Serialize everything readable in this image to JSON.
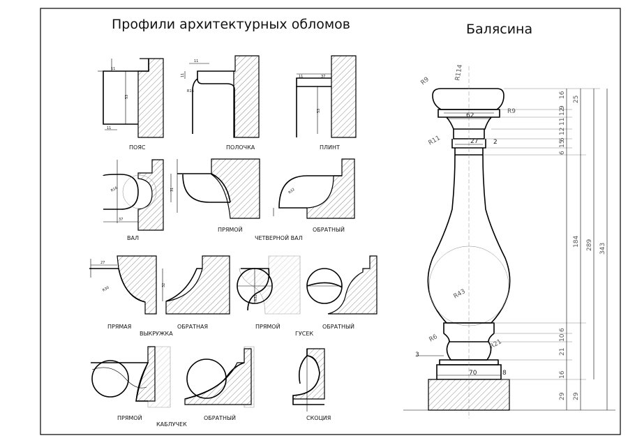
{
  "titles": {
    "left": "Профили архитектурных обломов",
    "right": "Балясина"
  },
  "profiles": {
    "poyas": {
      "label": "ПОЯС",
      "dims": [
        "11",
        "53",
        "11"
      ]
    },
    "polochka": {
      "label": "ПОЛОЧКА",
      "dims": [
        "11",
        "11",
        "R16"
      ]
    },
    "plint": {
      "label": "ПЛИНТ",
      "dims": [
        "11",
        "37",
        "53"
      ]
    },
    "val": {
      "label": "ВАЛ",
      "dims": [
        "R16",
        "37"
      ]
    },
    "chetverik": {
      "label": "ЧЕТВЕРНОЙ ВАЛ",
      "left": "ПРЯМОЙ",
      "right": "ОБРАТНЫЙ",
      "dims": [
        "31",
        "R32"
      ]
    },
    "vykruzhka": {
      "label": "ВЫКРУЖКА",
      "left": "ПРЯМАЯ",
      "right": "ОБРАТНАЯ",
      "dims": [
        "27",
        "R30",
        "32"
      ]
    },
    "gusek": {
      "label": "ГУСЕК",
      "left": "ПРЯМОЙ",
      "right": "ОБРАТНЫЙ",
      "dims": [
        "R32"
      ]
    },
    "kablchuk": {
      "label": "КАБЛУЧЕК",
      "left": "ПРЯМОЙ",
      "right": "ОБРАТНЫЙ"
    },
    "skotsia": {
      "label": "СКОЦИЯ"
    }
  },
  "baluster": {
    "radii": [
      "R9",
      "R114",
      "R9",
      "R11",
      "R43",
      "R6",
      "R21"
    ],
    "horizontal_dims": [
      "62",
      "27",
      "2",
      "3",
      "70",
      "8"
    ],
    "right_col1": [
      "16",
      "12",
      "9",
      "11",
      "12",
      "6",
      "15",
      "6",
      "6",
      "10",
      "21",
      "16",
      "29"
    ],
    "right_col2": [
      "25",
      "184",
      "29"
    ],
    "right_col3": [
      "289"
    ],
    "right_col4": [
      "343"
    ]
  }
}
